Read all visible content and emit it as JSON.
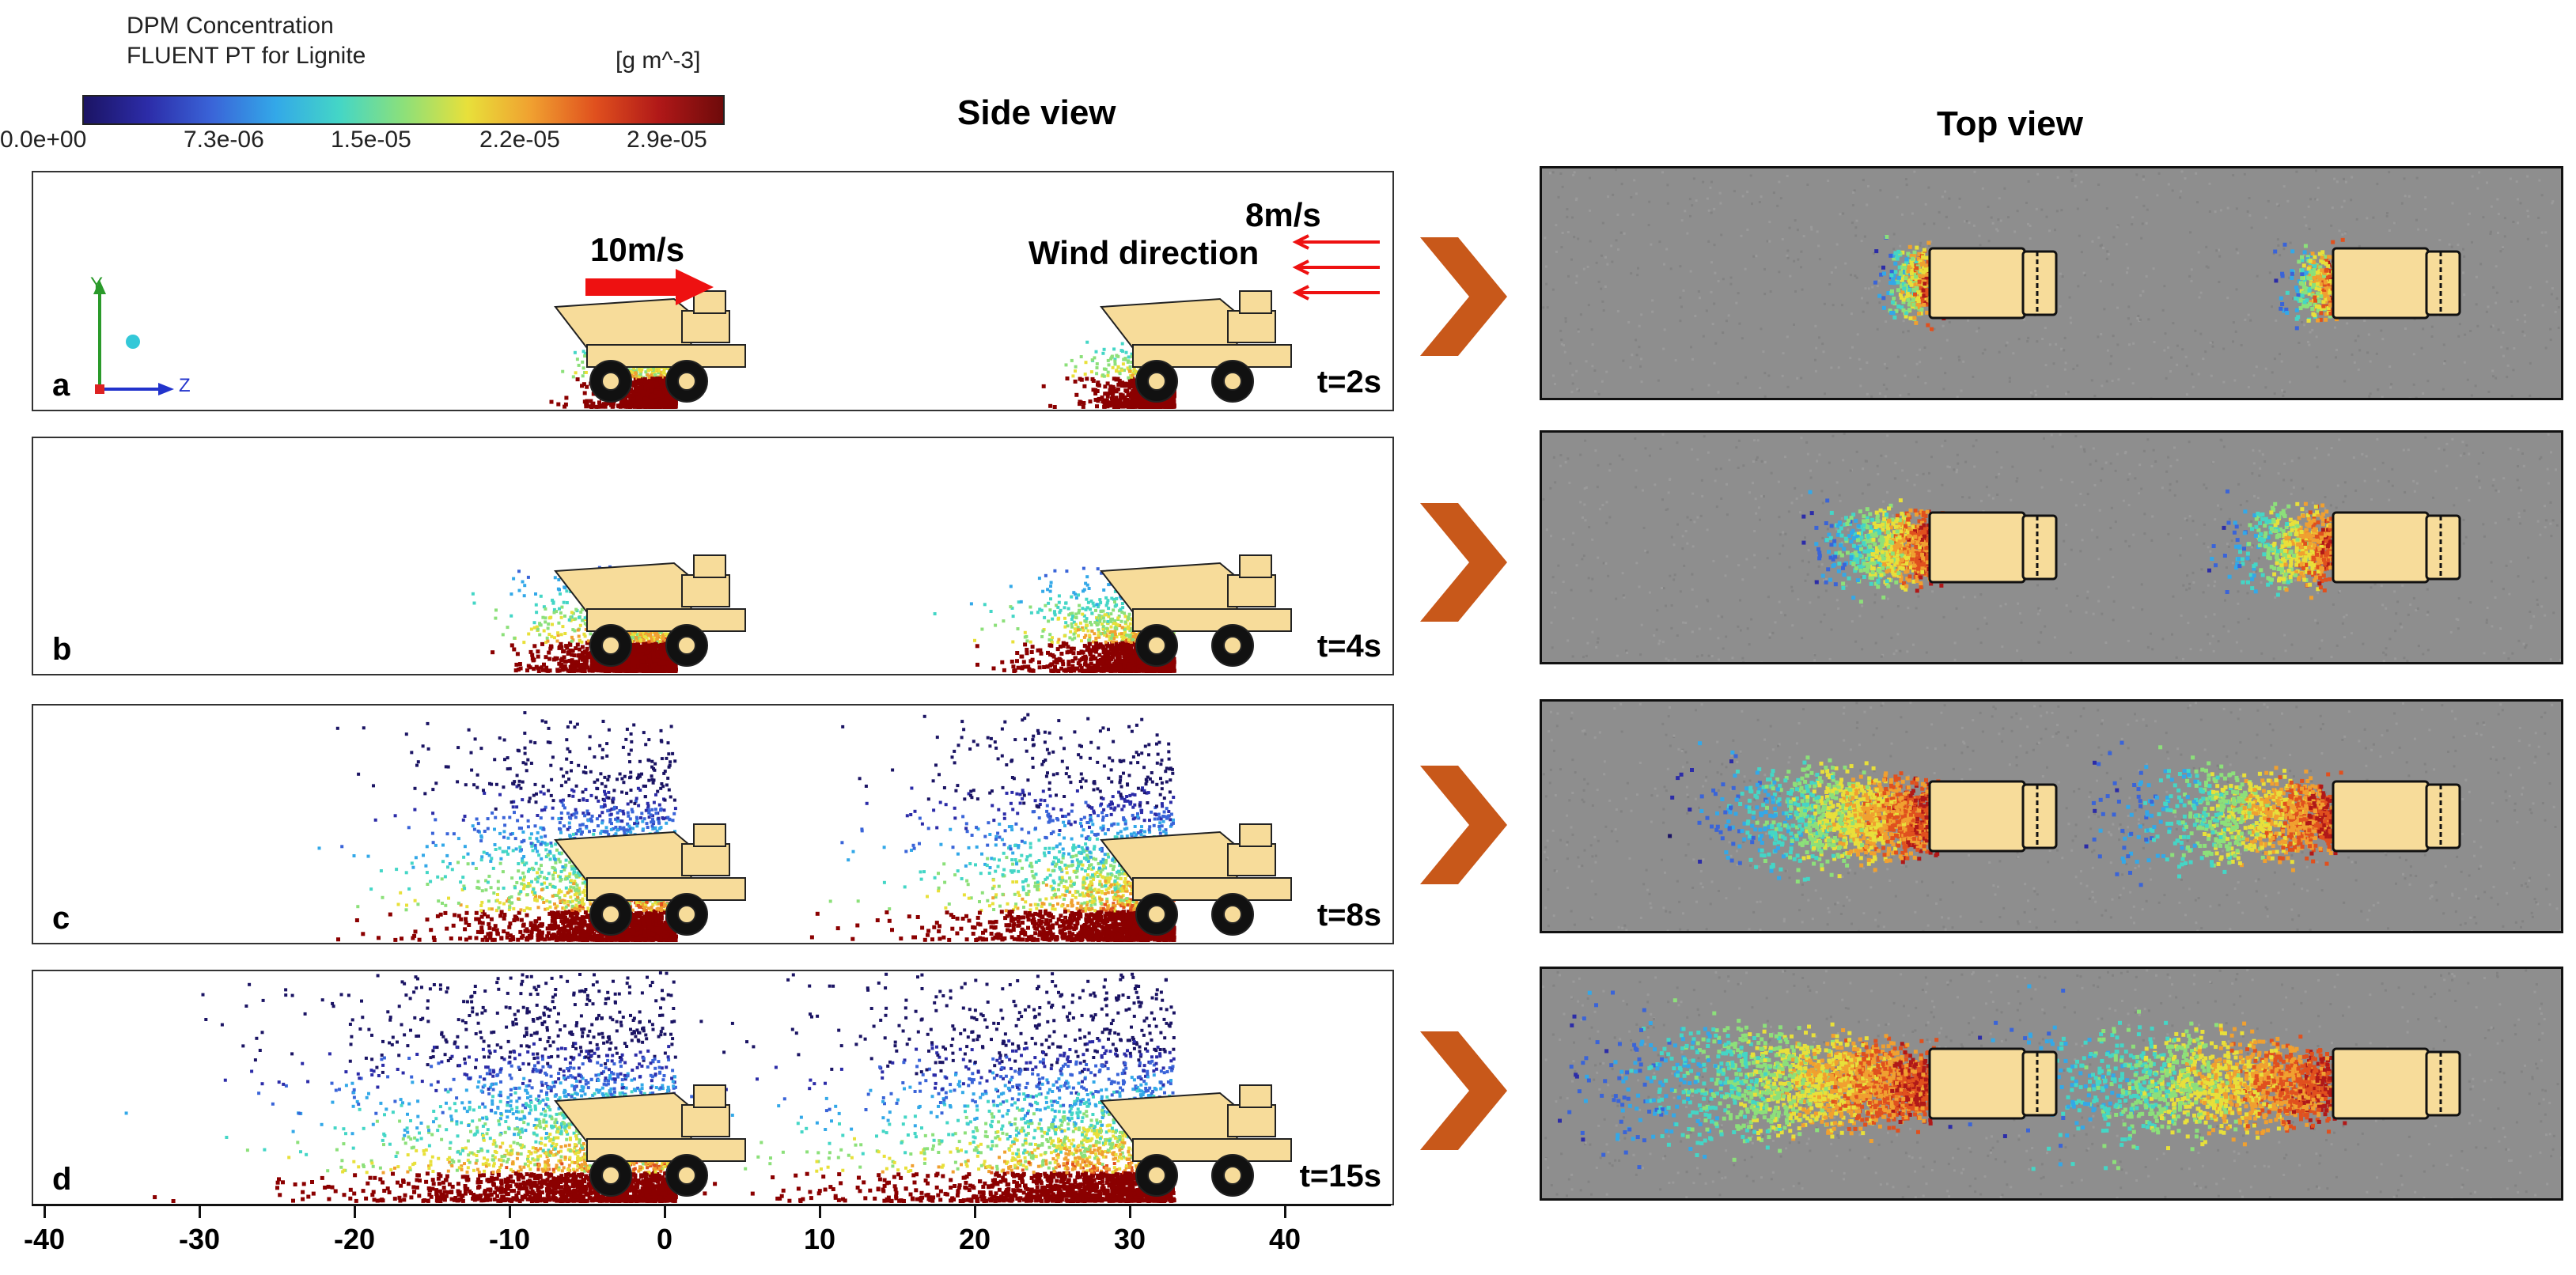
{
  "legend": {
    "title_line1": "DPM Concentration",
    "title_line2": "FLUENT PT for Lignite",
    "unit": "[g m^-3]",
    "ticks": [
      "0.0e+00",
      "7.3e-06",
      "1.5e-05",
      "2.2e-05",
      "2.9e-05"
    ]
  },
  "views": {
    "side": "Side view",
    "top": "Top view"
  },
  "annotations": {
    "truck_speed": "10m/s",
    "wind_speed": "8m/s",
    "wind_direction": "Wind direction"
  },
  "axis_triad": {
    "y": "Y",
    "z": "Z"
  },
  "panels": [
    {
      "letter": "a",
      "time": "t=2s"
    },
    {
      "letter": "b",
      "time": "t=4s"
    },
    {
      "letter": "c",
      "time": "t=8s"
    },
    {
      "letter": "d",
      "time": "t=15s"
    }
  ],
  "x_axis_ticks": [
    "-40",
    "-30",
    "-20",
    "-10",
    "0",
    "10",
    "20",
    "30",
    "40"
  ],
  "colors": {
    "truck": "#f7dc9a",
    "dust_dense": "#8b0000",
    "road": "#8e8e8e",
    "arrow_red": "#ee1111",
    "chevron": "#c8581a"
  }
}
